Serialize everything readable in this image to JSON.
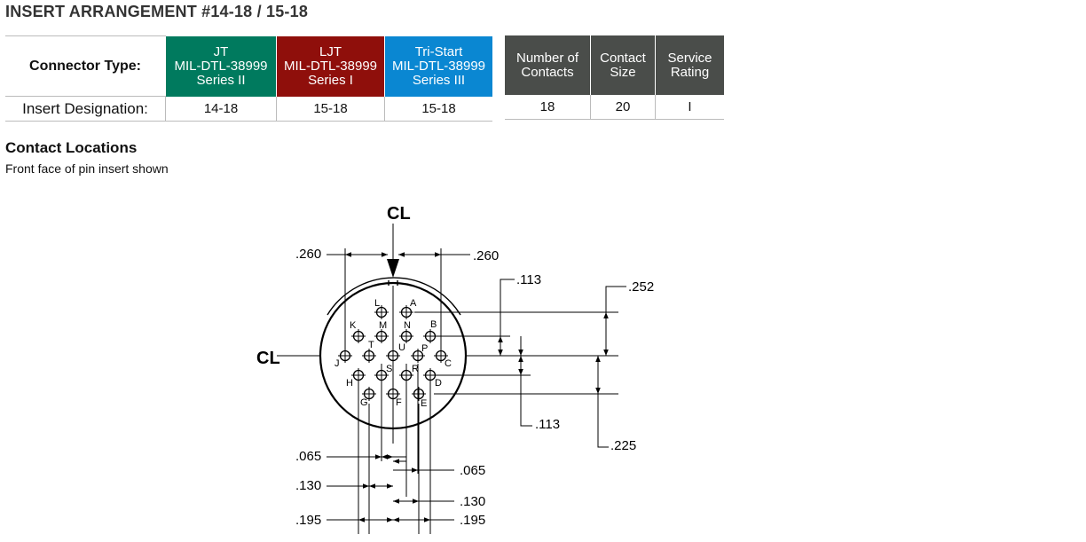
{
  "title": "INSERT ARRANGEMENT #14-18 / 15-18",
  "table": {
    "connector_type_label": "Connector Type:",
    "insert_designation_label": "Insert Designation:",
    "columns": [
      {
        "line1": "JT",
        "line2": "MIL-DTL-38999",
        "line3": "Series II",
        "color": "#007a5e",
        "designation": "14-18"
      },
      {
        "line1": "LJT",
        "line2": "MIL-DTL-38999",
        "line3": "Series I",
        "color": "#8f0f0b",
        "designation": "15-18"
      },
      {
        "line1": "Tri-Start",
        "line2": "MIL-DTL-38999",
        "line3": "Series III",
        "color": "#0a87d2",
        "designation": "15-18"
      }
    ]
  },
  "specs": {
    "number_of_contacts": {
      "line1": "Number of",
      "line2": "Contacts",
      "value": "18"
    },
    "contact_size": {
      "line1": "Contact",
      "line2": "Size",
      "value": "20"
    },
    "service_rating": {
      "line1": "Service",
      "line2": "Rating",
      "value": "I"
    }
  },
  "contact_locations": {
    "title": "Contact Locations",
    "subtitle": "Front face of pin insert shown"
  },
  "diagram": {
    "centerline_label": "CL",
    "contacts": [
      "L",
      "A",
      "K",
      "M",
      "N",
      "B",
      "T",
      "U",
      "P",
      "J",
      "C",
      "H",
      "S",
      "R",
      "D",
      "G",
      "F",
      "E"
    ],
    "dimensions": {
      "top_left": ".260",
      "top_right": ".260",
      "right_upper": ".113",
      "right_lower": ".113",
      "far_right_upper": ".252",
      "far_right_lower": ".225",
      "bottom_1_left": ".065",
      "bottom_1_right": ".065",
      "bottom_2_left": ".130",
      "bottom_2_right": ".130",
      "bottom_3_left": ".195",
      "bottom_3_right": ".195"
    }
  }
}
